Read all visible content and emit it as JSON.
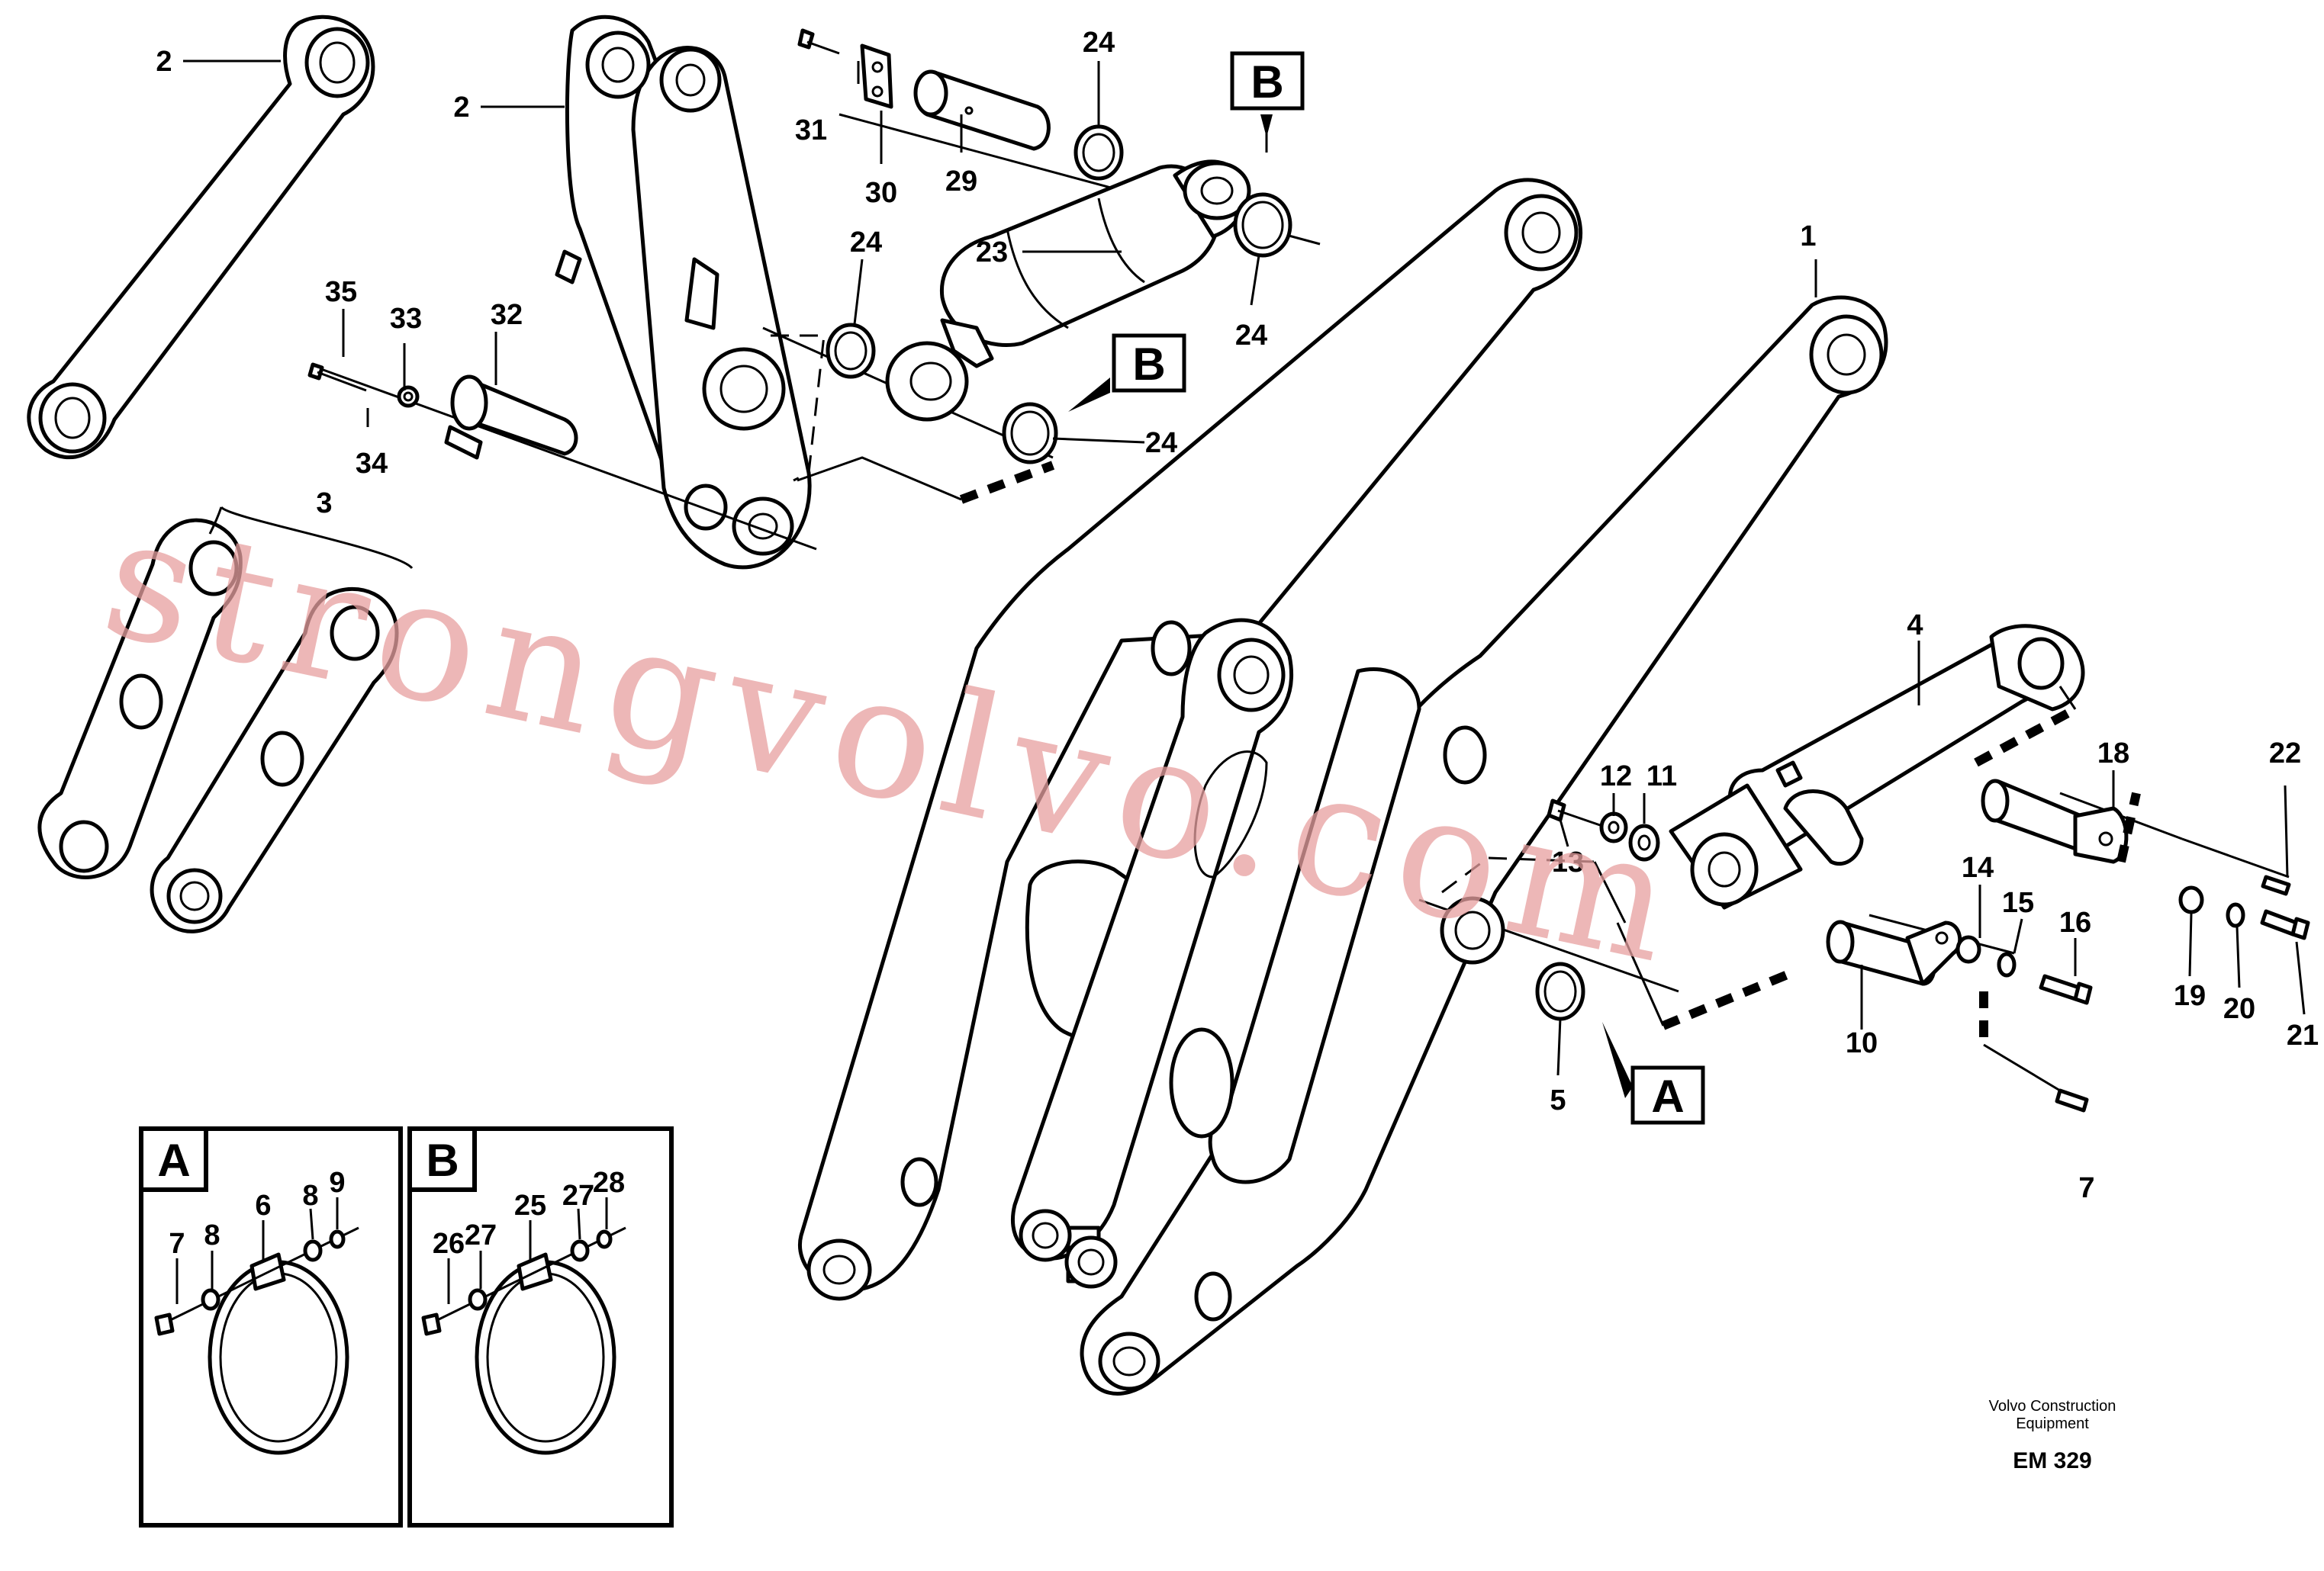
{
  "labels": {
    "p1": "1",
    "p2a": "2",
    "p2b": "2",
    "p3": "3",
    "p4": "4",
    "p5": "5",
    "p6": "6",
    "p7a": "7",
    "p7b": "7",
    "p8": "8",
    "p9": "9",
    "p10": "10",
    "p11": "11",
    "p12": "12",
    "p13": "13",
    "p14": "14",
    "p15": "15",
    "p16": "16",
    "p18": "18",
    "p19": "19",
    "p20": "20",
    "p21": "21",
    "p22": "22",
    "p23": "23",
    "p24a": "24",
    "p24b": "24",
    "p24c": "24",
    "p24d": "24",
    "p25": "25",
    "p26": "26",
    "p27a": "27",
    "p27b": "27",
    "p28": "28",
    "p29": "29",
    "p30": "30",
    "p31": "31",
    "p32": "32",
    "p33": "33",
    "p34": "34",
    "p35": "35"
  },
  "callouts": {
    "a_ref": "A",
    "b_ref1": "B",
    "b_ref2": "B",
    "inset_a": "A",
    "inset_b": "B"
  },
  "footer": {
    "brand_line1": "Volvo Construction",
    "brand_line2": "Equipment",
    "code": "EM 329"
  },
  "watermark": "strongvolvo.com",
  "colors": {
    "watermark": "#e7a0a0",
    "line": "#000000"
  }
}
